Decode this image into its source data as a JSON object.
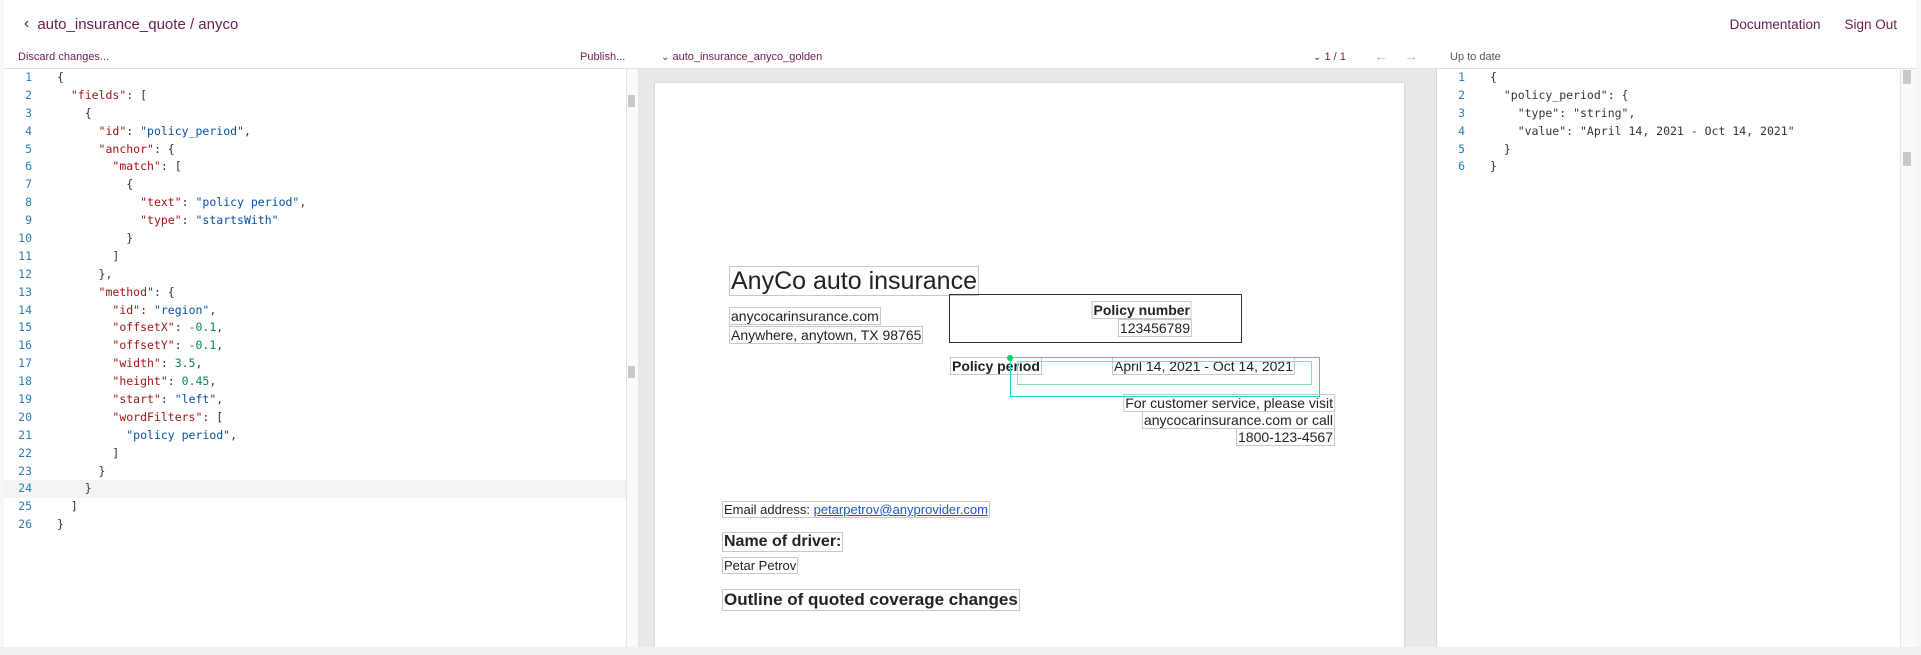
{
  "header": {
    "title": "auto_insurance_quote / anyco",
    "documentation": "Documentation",
    "sign_out": "Sign Out"
  },
  "subbar": {
    "discard": "Discard changes...",
    "publish": "Publish...",
    "document_name": "auto_insurance_anyco_golden",
    "page_indicator": "1 / 1",
    "status": "Up to date"
  },
  "editor": {
    "lines": [
      [
        {
          "t": "{"
        }
      ],
      [
        {
          "t": "  "
        },
        {
          "t": "\"fields\"",
          "c": "k"
        },
        {
          "t": ": ["
        }
      ],
      [
        {
          "t": "    {"
        }
      ],
      [
        {
          "t": "      "
        },
        {
          "t": "\"id\"",
          "c": "k"
        },
        {
          "t": ": "
        },
        {
          "t": "\"policy_period\"",
          "c": "s"
        },
        {
          "t": ","
        }
      ],
      [
        {
          "t": "      "
        },
        {
          "t": "\"anchor\"",
          "c": "k"
        },
        {
          "t": ": {"
        }
      ],
      [
        {
          "t": "        "
        },
        {
          "t": "\"match\"",
          "c": "k"
        },
        {
          "t": ": ["
        }
      ],
      [
        {
          "t": "          {"
        }
      ],
      [
        {
          "t": "            "
        },
        {
          "t": "\"text\"",
          "c": "k"
        },
        {
          "t": ": "
        },
        {
          "t": "\"policy period\"",
          "c": "s"
        },
        {
          "t": ","
        }
      ],
      [
        {
          "t": "            "
        },
        {
          "t": "\"type\"",
          "c": "k"
        },
        {
          "t": ": "
        },
        {
          "t": "\"startsWith\"",
          "c": "s"
        }
      ],
      [
        {
          "t": "          }"
        }
      ],
      [
        {
          "t": "        ]"
        }
      ],
      [
        {
          "t": "      },"
        }
      ],
      [
        {
          "t": "      "
        },
        {
          "t": "\"method\"",
          "c": "k"
        },
        {
          "t": ": {"
        }
      ],
      [
        {
          "t": "        "
        },
        {
          "t": "\"id\"",
          "c": "k"
        },
        {
          "t": ": "
        },
        {
          "t": "\"region\"",
          "c": "s"
        },
        {
          "t": ","
        }
      ],
      [
        {
          "t": "        "
        },
        {
          "t": "\"offsetX\"",
          "c": "k"
        },
        {
          "t": ": "
        },
        {
          "t": "-0.1",
          "c": "n"
        },
        {
          "t": ","
        }
      ],
      [
        {
          "t": "        "
        },
        {
          "t": "\"offsetY\"",
          "c": "k"
        },
        {
          "t": ": "
        },
        {
          "t": "-0.1",
          "c": "n"
        },
        {
          "t": ","
        }
      ],
      [
        {
          "t": "        "
        },
        {
          "t": "\"width\"",
          "c": "k"
        },
        {
          "t": ": "
        },
        {
          "t": "3.5",
          "c": "n"
        },
        {
          "t": ","
        }
      ],
      [
        {
          "t": "        "
        },
        {
          "t": "\"height\"",
          "c": "k"
        },
        {
          "t": ": "
        },
        {
          "t": "0.45",
          "c": "n"
        },
        {
          "t": ","
        }
      ],
      [
        {
          "t": "        "
        },
        {
          "t": "\"start\"",
          "c": "k"
        },
        {
          "t": ": "
        },
        {
          "t": "\"left\"",
          "c": "s"
        },
        {
          "t": ","
        }
      ],
      [
        {
          "t": "        "
        },
        {
          "t": "\"wordFilters\"",
          "c": "k"
        },
        {
          "t": ": ["
        }
      ],
      [
        {
          "t": "          "
        },
        {
          "t": "\"policy period\"",
          "c": "s"
        },
        {
          "t": ","
        }
      ],
      [
        {
          "t": "        ]"
        }
      ],
      [
        {
          "t": "      }"
        }
      ],
      [
        {
          "t": "    }"
        }
      ],
      [
        {
          "t": "  ]"
        }
      ],
      [
        {
          "t": "}"
        }
      ]
    ],
    "active_line": 24
  },
  "document": {
    "title": "AnyCo auto insurance",
    "website": "anycocarinsurance.com",
    "address": "Anywhere, anytown, TX 98765",
    "policy_number_label": "Policy number",
    "policy_number_value": "123456789",
    "policy_period_label": "Policy period",
    "policy_period_value": "April 14, 2021 - Oct 14, 2021",
    "customer_service_1": "For customer service, please visit",
    "customer_service_2": "anycocarinsurance.com or call",
    "customer_service_3": "1800-123-4567",
    "email_label": "Email address:",
    "email_value": "petarpetrov@anyprovider.com",
    "driver_heading": "Name of driver:",
    "driver_name": "Petar Petrov",
    "outline_heading": "Outline of quoted coverage changes"
  },
  "output": {
    "lines": [
      [
        {
          "t": "{"
        }
      ],
      [
        {
          "t": "  \"policy_period\": {"
        }
      ],
      [
        {
          "t": "    \"type\": \"string\","
        }
      ],
      [
        {
          "t": "    \"value\": \"April 14, 2021 - Oct 14, 2021\""
        }
      ],
      [
        {
          "t": "  }"
        }
      ],
      [
        {
          "t": "}"
        }
      ]
    ]
  },
  "icons": {
    "back": "‹",
    "chevron": "⌄",
    "prev": "←",
    "next": "→"
  },
  "colors": {
    "accent": "#6b1d4f",
    "highlight": "#22d3d3",
    "link": "#1a56c8"
  }
}
